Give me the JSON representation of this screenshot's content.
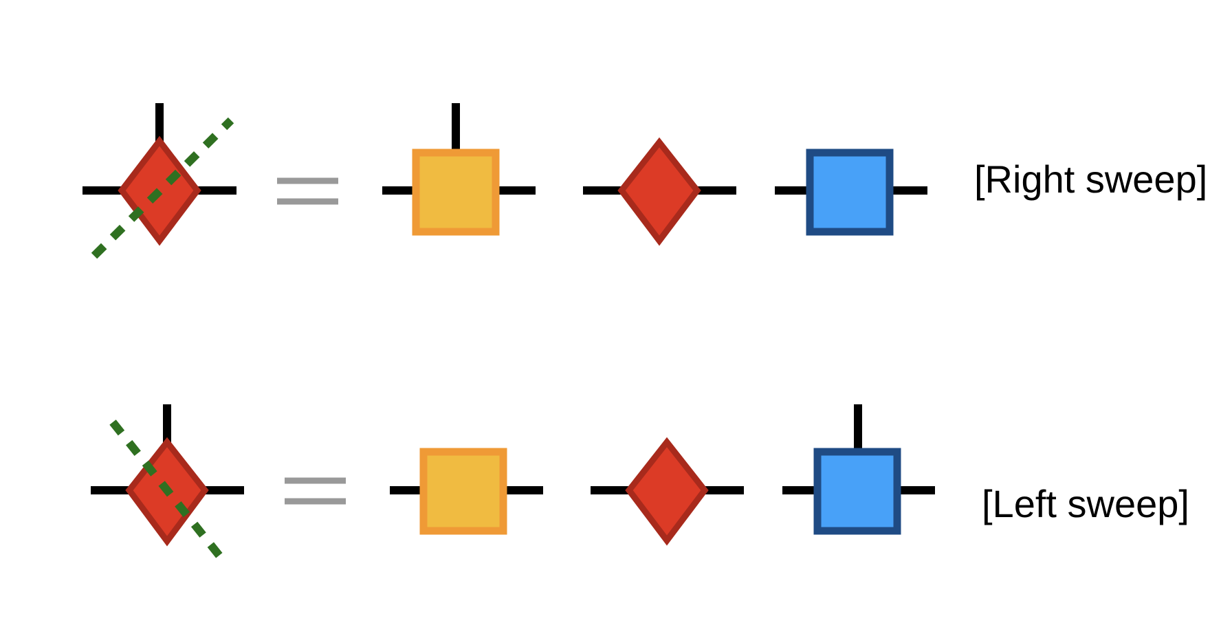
{
  "rows": [
    {
      "id": "right",
      "label": "[Right sweep]",
      "cut_direction": "up-right"
    },
    {
      "id": "left",
      "label": "[Left sweep]",
      "cut_direction": "down-right"
    }
  ],
  "colors": {
    "leg": "#000000",
    "equals": "#999999",
    "diamond_fill": "#dc3b26",
    "diamond_stroke": "#a82a1c",
    "left_square_fill": "#f0bb41",
    "left_square_stroke": "#ef9a36",
    "right_square_fill": "#48a1f8",
    "right_square_stroke": "#1f4b84",
    "cut_line": "#2f7021"
  },
  "icons": {
    "equals": "equals-sign",
    "diamond": "diamond-tensor",
    "left_square": "square-tensor",
    "right_square": "square-tensor"
  }
}
